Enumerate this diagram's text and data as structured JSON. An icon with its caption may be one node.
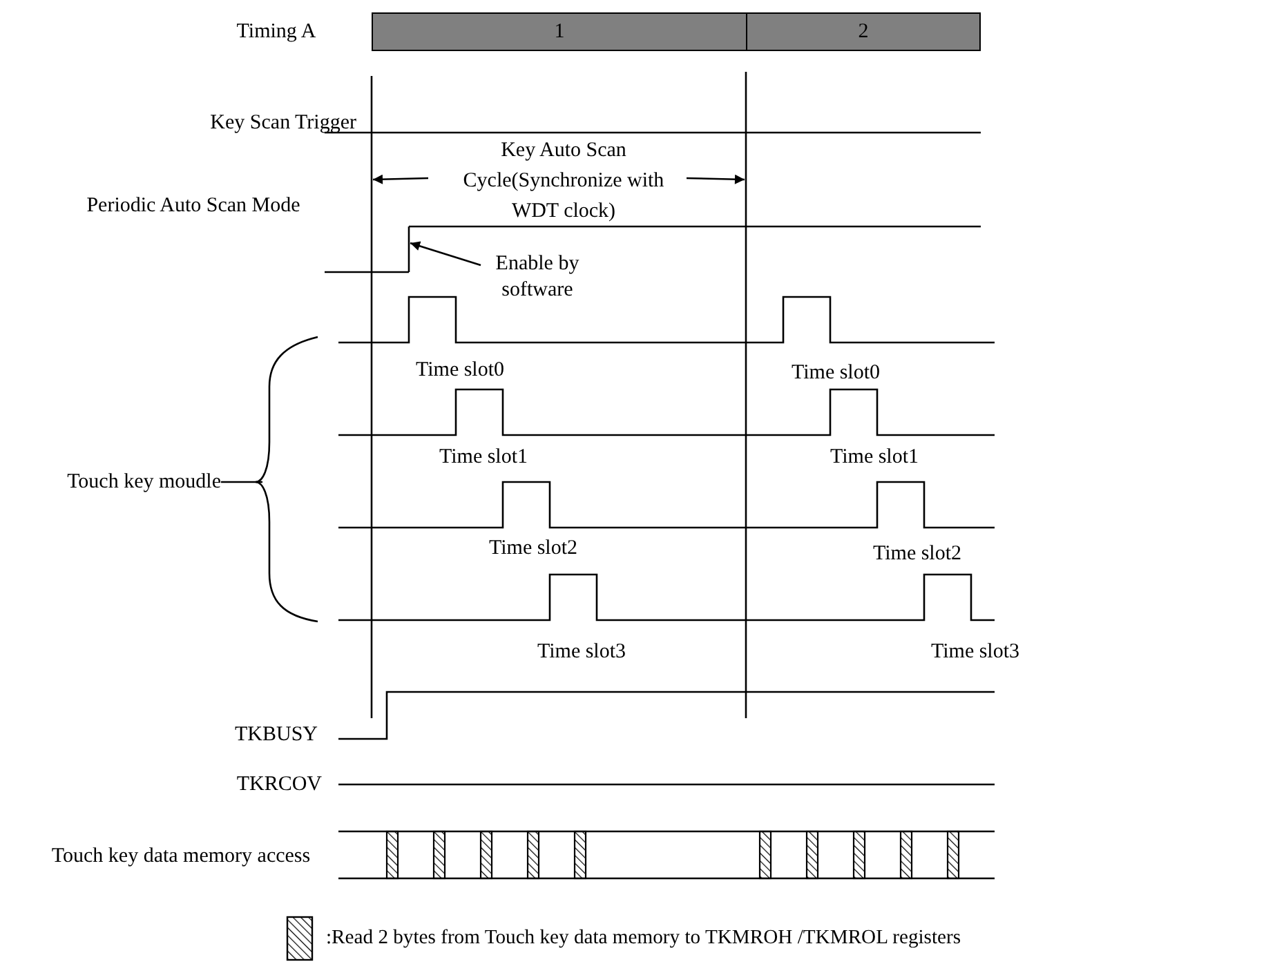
{
  "diagram": {
    "nodes": [
      {
        "text": [
          "1"
        ]
      },
      {
        "text": [
          "2"
        ]
      },
      {
        "text": [
          "Enable by software"
        ]
      },
      {
        "text": [],
        "shape": "line"
      }
    ],
    "edges": [
      {
        "from": 2,
        "to": 3,
        "arrow": "to"
      }
    ],
    "labels": [
      "Timing A",
      "Key Scan Trigger",
      "Key Auto Scan Cycle(Synchronize with WDT clock)",
      "Periodic Auto Scan Mode",
      "Time slot0",
      "Time slot0",
      "Time slot1",
      "Time slot1",
      "Touch key moudle",
      "Time slot2",
      "Time slot2",
      "Time slot3",
      "Time slot3",
      "TKBUSY",
      "TKRCOV",
      "Touch key data memory access"
    ],
    "legend": [
      {
        "text": ":Read 2 bytes from Touch key data memory to TKMROH /TKMROL registers"
      }
    ]
  }
}
